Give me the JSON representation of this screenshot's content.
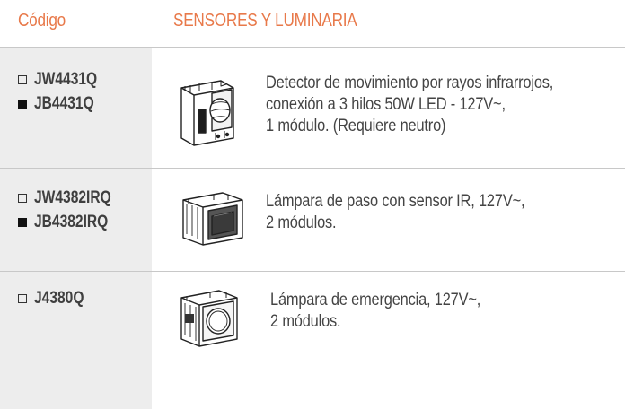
{
  "header": {
    "code_label": "Código",
    "title": "SENSORES Y LUMINARIA"
  },
  "products": [
    {
      "codes": [
        {
          "code": "JW4431Q",
          "color": "white"
        },
        {
          "code": "JB4431Q",
          "color": "black"
        }
      ],
      "image": "motion-detector-icon",
      "description": [
        "Detector de movimiento por rayos infrarrojos,",
        "conexión a 3 hilos 50W LED - 127V~,",
        "1 módulo. (Requiere neutro)"
      ]
    },
    {
      "codes": [
        {
          "code": "JW4382IRQ",
          "color": "white"
        },
        {
          "code": "JB4382IRQ",
          "color": "black"
        }
      ],
      "image": "step-lamp-sensor-icon",
      "description": [
        "Lámpara de paso con sensor IR, 127V~,",
        "2 módulos."
      ]
    },
    {
      "codes": [
        {
          "code": "J4380Q",
          "color": "white"
        }
      ],
      "image": "emergency-lamp-icon",
      "description": [
        "Lámpara de emergencia, 127V~,",
        "2 módulos."
      ]
    }
  ],
  "colors": {
    "accent": "#e8794a",
    "code_column": "#ededed",
    "text": "#444444",
    "divider": "#c8c8c8"
  }
}
